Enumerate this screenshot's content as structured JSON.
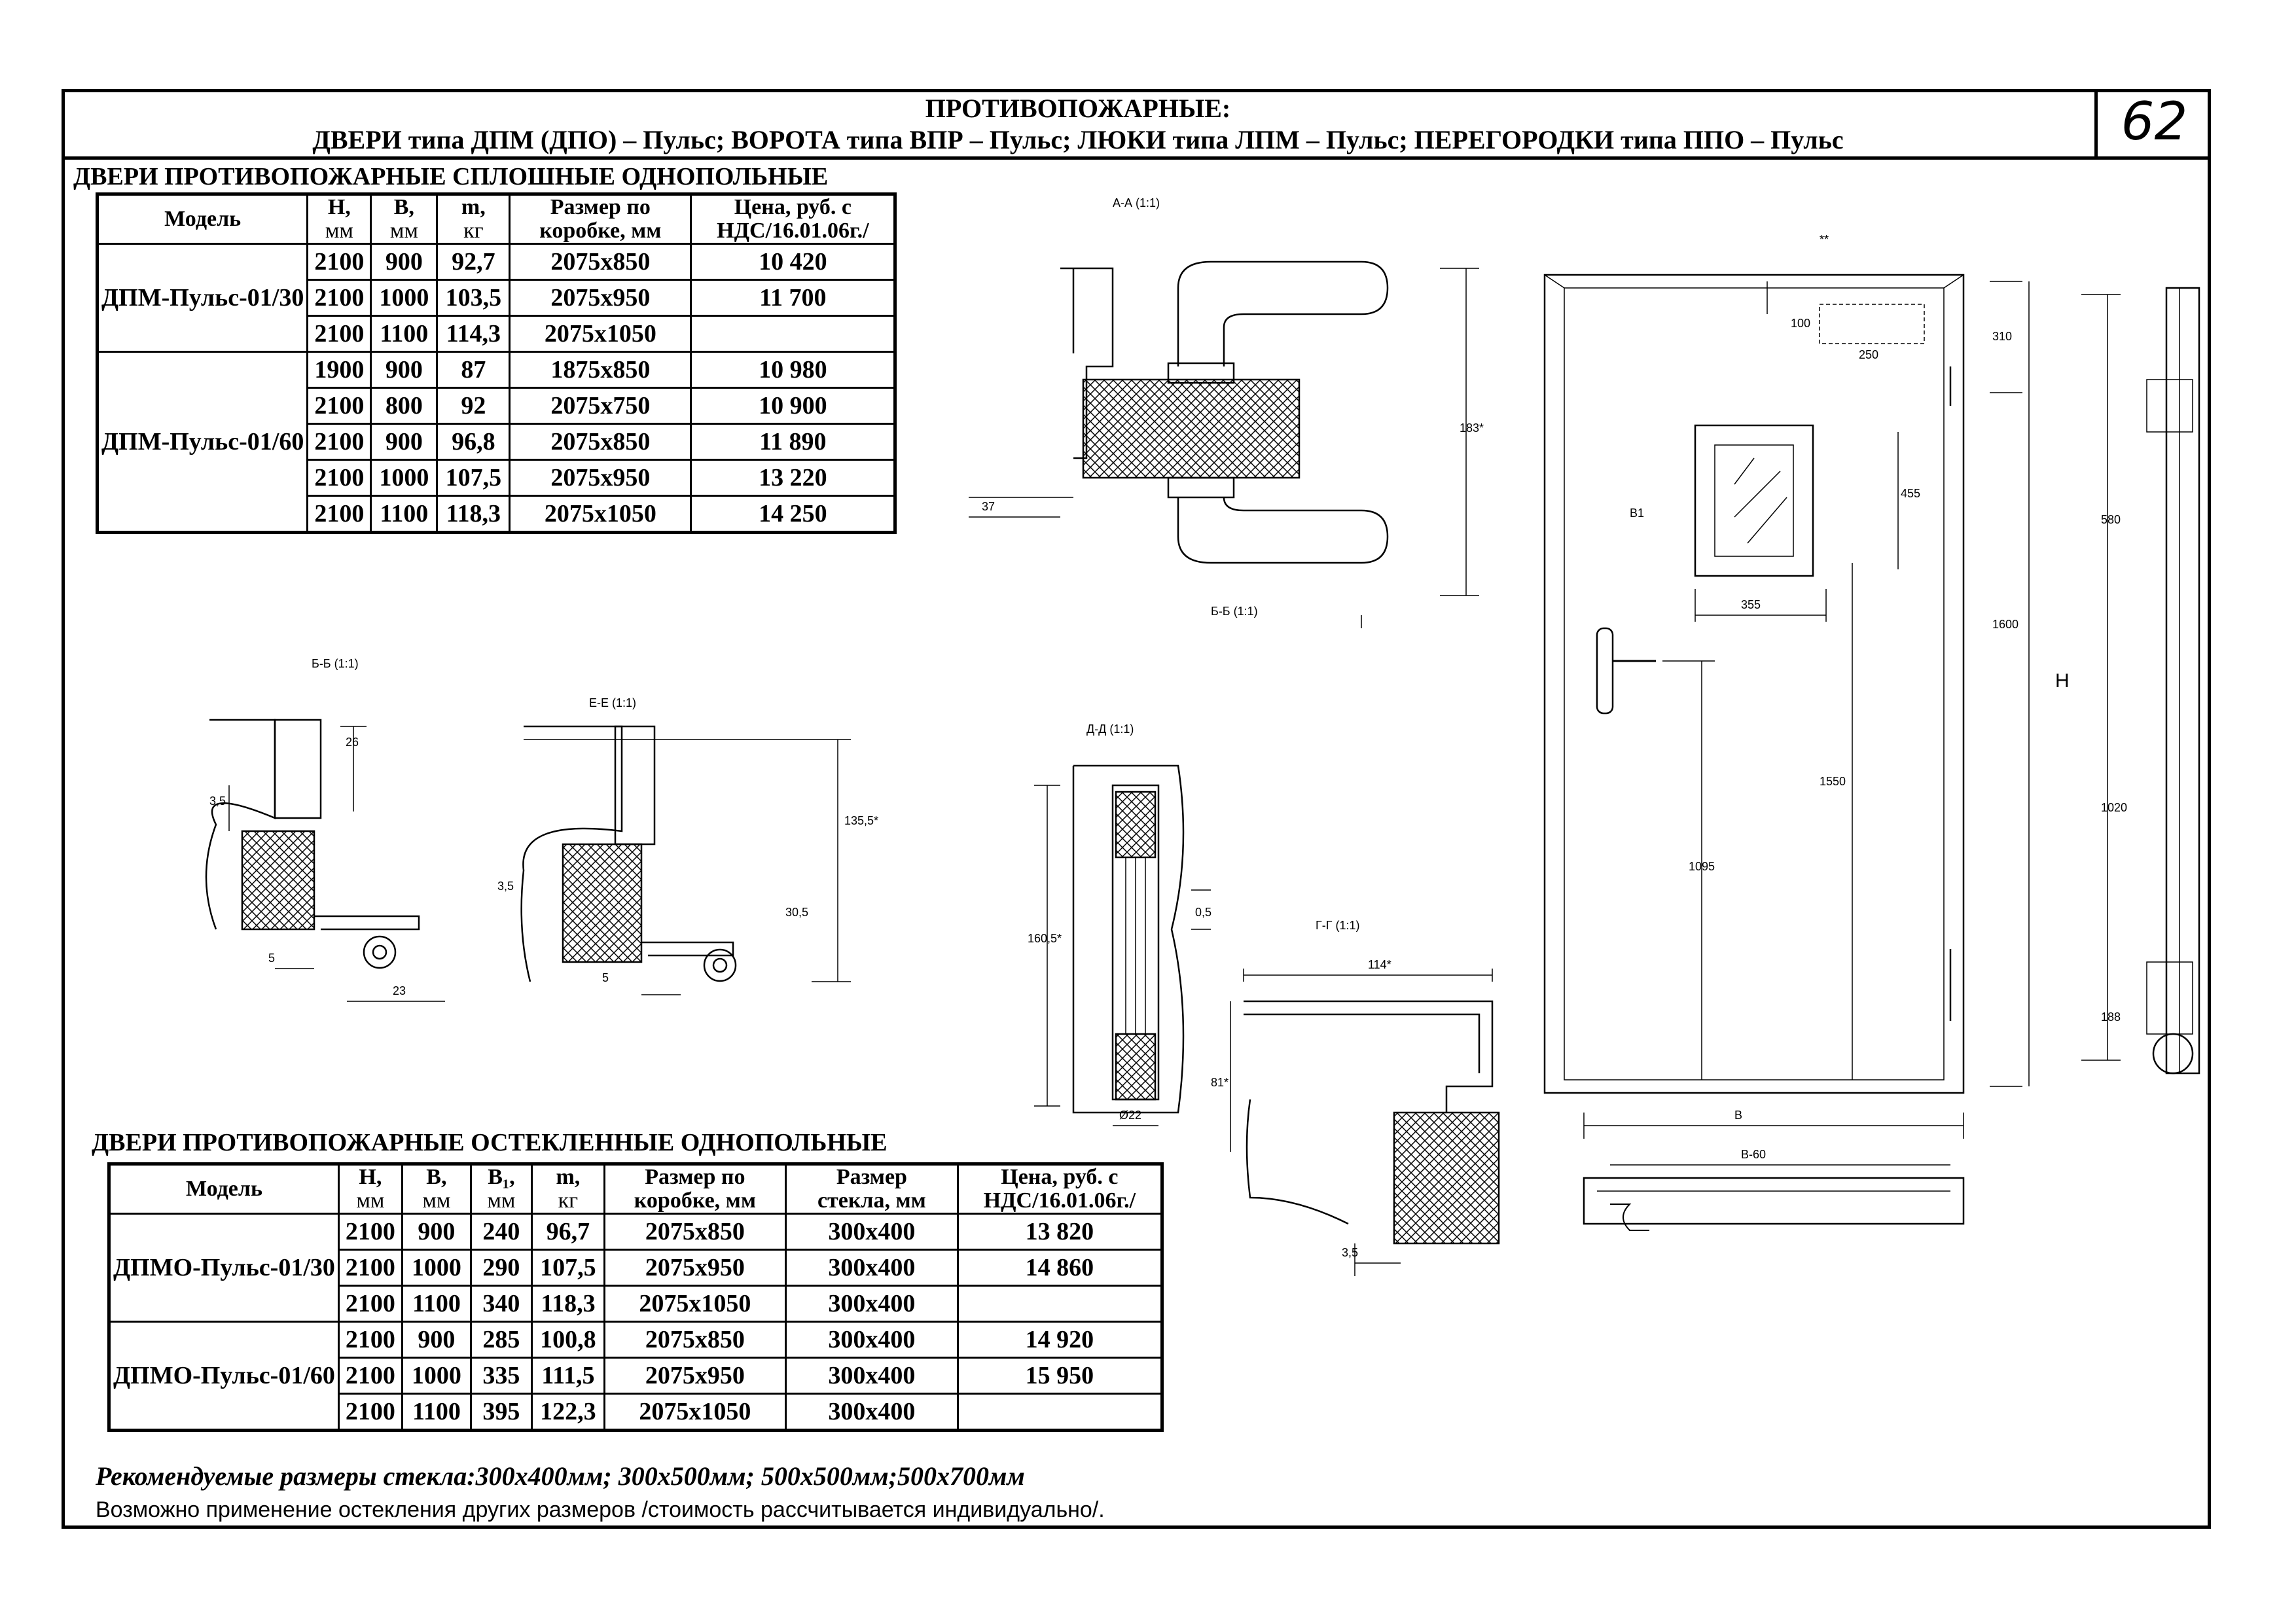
{
  "header": {
    "line1": "ПРОТИВОПОЖАРНЫЕ:",
    "line2": "ДВЕРИ типа ДПМ (ДПО) – Пульс; ВОРОТА типа ВПР – Пульс; ЛЮКИ типа ЛПМ – Пульс; ПЕРЕГОРОДКИ типа ППО – Пульс",
    "page_number": "62"
  },
  "solid_doors": {
    "title": "ДВЕРИ ПРОТИВОПОЖАРНЫЕ СПЛОШНЫЕ ОДНОПОЛЬНЫЕ",
    "headers": {
      "model": "Модель",
      "h": "Н,",
      "h_unit": "мм",
      "b": "В,",
      "b_unit": "мм",
      "m": "m,",
      "m_unit": "кг",
      "size": "Размер по",
      "size2": "коробке, мм",
      "price": "Цена, руб. с",
      "price2": "НДС/16.01.06г./"
    },
    "groups": [
      {
        "model": "ДПМ-Пульс-01/30",
        "rows": [
          [
            "2100",
            "900",
            "92,7",
            "2075x850",
            "10 420"
          ],
          [
            "2100",
            "1000",
            "103,5",
            "2075x950",
            "11 700"
          ],
          [
            "2100",
            "1100",
            "114,3",
            "2075x1050",
            ""
          ]
        ]
      },
      {
        "model": "ДПМ-Пульс-01/60",
        "rows": [
          [
            "1900",
            "900",
            "87",
            "1875x850",
            "10 980"
          ],
          [
            "2100",
            "800",
            "92",
            "2075x750",
            "10 900"
          ],
          [
            "2100",
            "900",
            "96,8",
            "2075x850",
            "11 890"
          ],
          [
            "2100",
            "1000",
            "107,5",
            "2075x950",
            "13 220"
          ],
          [
            "2100",
            "1100",
            "118,3",
            "2075x1050",
            "14 250"
          ]
        ]
      }
    ]
  },
  "glazed_doors": {
    "title": "ДВЕРИ ПРОТИВОПОЖАРНЫЕ ОСТЕКЛЕННЫЕ ОДНОПОЛЬНЫЕ",
    "headers": {
      "model": "Модель",
      "h": "Н,",
      "h_unit": "мм",
      "b": "В,",
      "b_unit": "мм",
      "b1": "В₁,",
      "b1_unit": "мм",
      "m": "m,",
      "m_unit": "кг",
      "size": "Размер по",
      "size2": "коробке, мм",
      "glass": "Размер",
      "glass2": "стекла, мм",
      "price": "Цена, руб. с",
      "price2": "НДС/16.01.06г./"
    },
    "groups": [
      {
        "model": "ДПМО-Пульс-01/30",
        "rows": [
          [
            "2100",
            "900",
            "240",
            "96,7",
            "2075x850",
            "300x400",
            "13 820"
          ],
          [
            "2100",
            "1000",
            "290",
            "107,5",
            "2075x950",
            "300x400",
            "14 860"
          ],
          [
            "2100",
            "1100",
            "340",
            "118,3",
            "2075x1050",
            "300x400",
            ""
          ]
        ]
      },
      {
        "model": "ДПМО-Пульс-01/60",
        "rows": [
          [
            "2100",
            "900",
            "285",
            "100,8",
            "2075x850",
            "300x400",
            "14 920"
          ],
          [
            "2100",
            "1000",
            "335",
            "111,5",
            "2075x950",
            "300x400",
            "15 950"
          ],
          [
            "2100",
            "1100",
            "395",
            "122,3",
            "2075x1050",
            "300x400",
            ""
          ]
        ]
      }
    ]
  },
  "notes": {
    "recommended": "Рекомендуемые размеры стекла:300x400мм; 300x500мм; 500x500мм;500x700мм",
    "other": "Возможно применение остекления  других размеров /стоимость рассчитывается индивидуально/."
  },
  "drawing_labels": {
    "aa": "А-А (1:1)",
    "bb_top": "Б-Б (1:1)",
    "bb": "Б-Б (1:1)",
    "ee": "Е-Е (1:1)",
    "dd": "Д-Д (1:1)",
    "gg": "Г-Г (1:1)",
    "d37": "37",
    "d183": "183*",
    "d26": "26",
    "d35a": "3,5",
    "d5a": "5",
    "d23": "23",
    "d1355": "135,5*",
    "d35b": "3,5",
    "d305": "30,5",
    "d5b": "5",
    "d1605": "160,5*",
    "d05": "0,5",
    "d22": "Ø22",
    "d114": "114*",
    "d81": "81*",
    "d35c": "3,5",
    "stars": "**",
    "d100": "100",
    "d250": "250",
    "d310": "310",
    "d455": "455",
    "dB1": "B1",
    "d355": "355",
    "d1600": "1600",
    "d1550": "1550",
    "d1095": "1095",
    "dH": "H",
    "d580": "580",
    "d1020": "1020",
    "d188": "188",
    "dB": "B",
    "dB60": "B-60"
  }
}
